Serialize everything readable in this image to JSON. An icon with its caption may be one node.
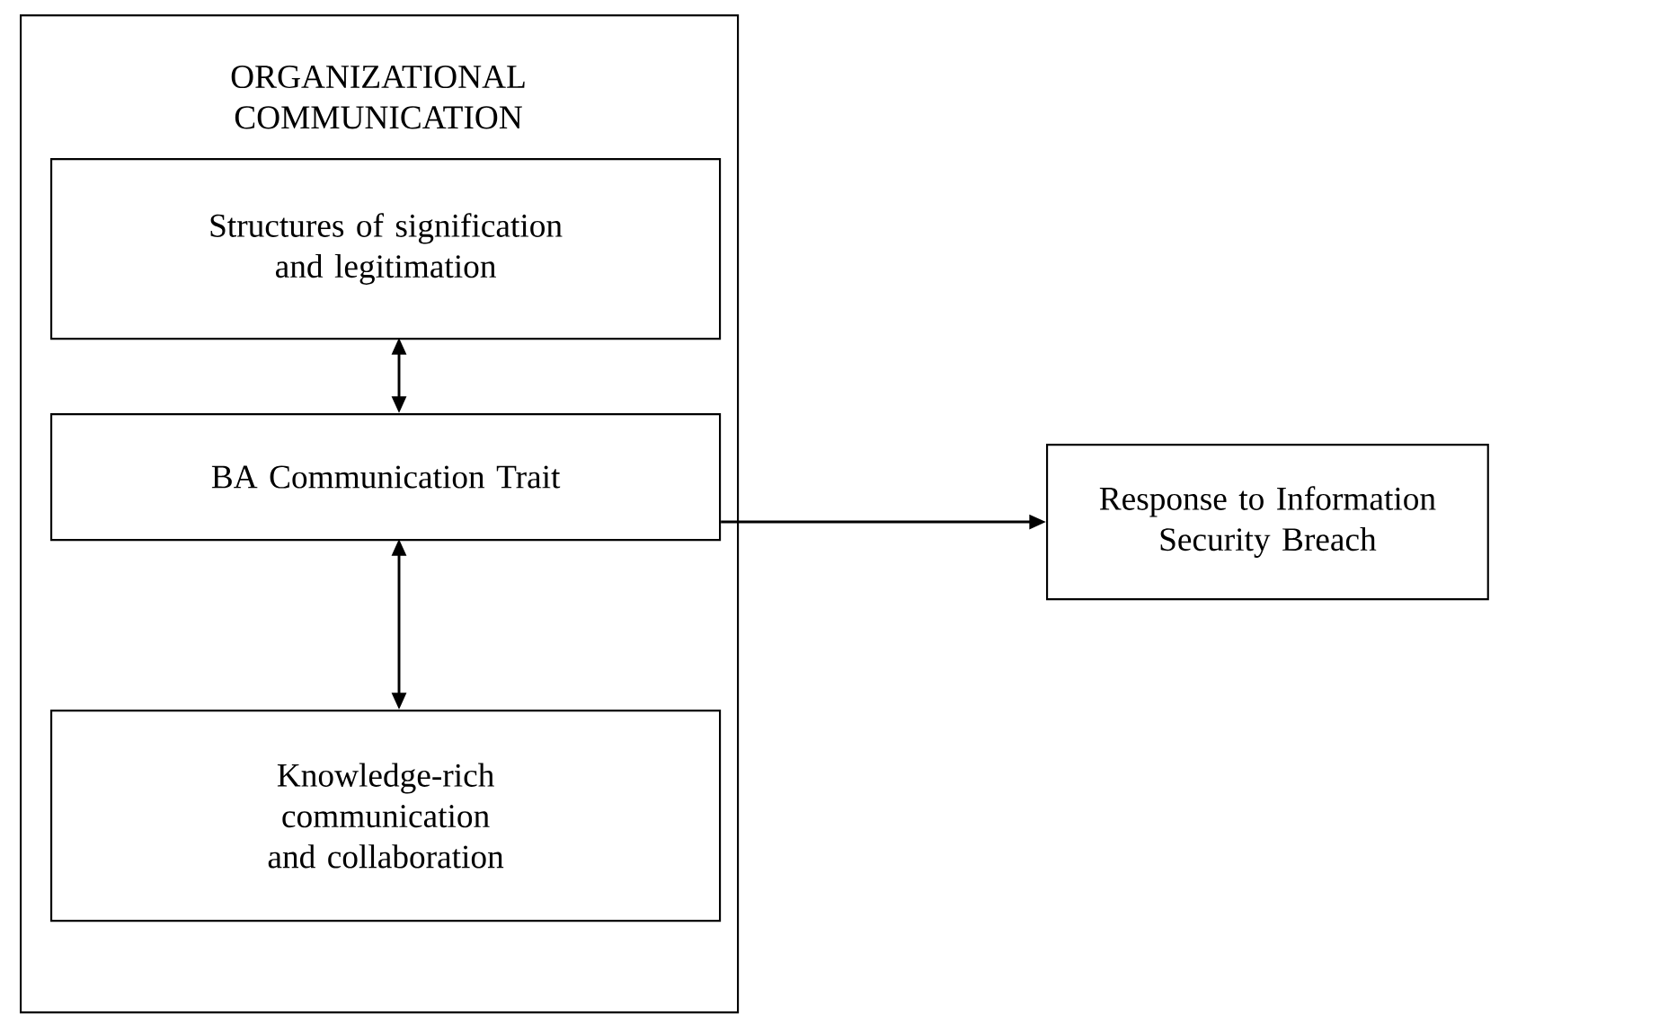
{
  "diagram": {
    "nodes": [
      {
        "text": [
          "ORGANIZATIONAL COMMUNICATION"
        ]
      },
      {
        "text": [
          "Structures of signification and legitimation"
        ],
        "in": 0
      },
      {
        "text": [
          "BA Communication Trait"
        ],
        "in": 0
      },
      {
        "text": [
          "Knowledge-rich communication and collaboration"
        ],
        "in": 0
      },
      {
        "text": [
          "Response to Information Security Breach"
        ]
      }
    ],
    "edges": [
      {
        "from": 1,
        "to": 2,
        "arrow": "both"
      },
      {
        "from": 2,
        "to": 3,
        "arrow": "both"
      },
      {
        "from": 2,
        "to": 4,
        "arrow": "to"
      }
    ]
  }
}
